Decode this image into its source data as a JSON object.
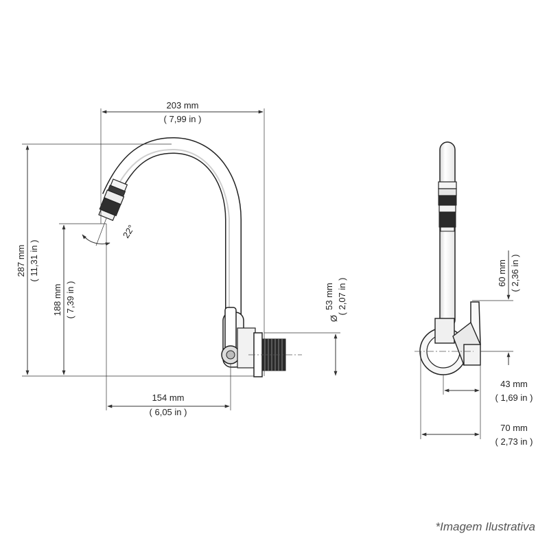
{
  "dimensions": {
    "top_width": {
      "mm": "203 mm",
      "inch": "( 7,99 in )"
    },
    "total_height": {
      "mm": "287 mm",
      "inch": "( 11,31 in )"
    },
    "spout_height": {
      "mm": "188 mm",
      "inch": "( 7,39 in )"
    },
    "angle": "22°",
    "diameter": {
      "symbol": "Ø",
      "mm": "53 mm",
      "inch": "( 2,07 in )"
    },
    "reach": {
      "mm": "154 mm",
      "inch": "( 6,05 in )"
    },
    "handle_height": {
      "mm": "60 mm",
      "inch": "( 2,36 in )"
    },
    "wall_offset": {
      "mm": "43 mm",
      "inch": "( 1,69 in )"
    },
    "total_depth": {
      "mm": "70 mm",
      "inch": "( 2,73 in )"
    }
  },
  "caption": "*Imagem Ilustrativa"
}
